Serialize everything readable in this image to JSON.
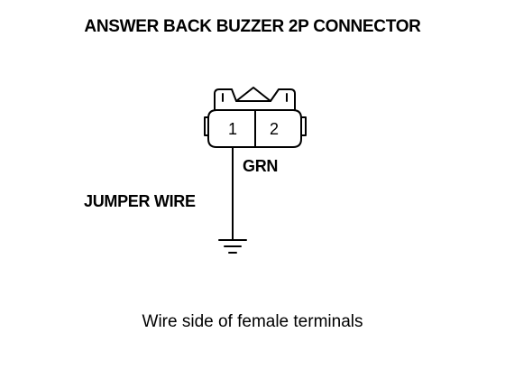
{
  "diagram": {
    "title": "ANSWER BACK BUZZER 2P CONNECTOR",
    "connector": {
      "terminals": [
        "1",
        "2"
      ]
    },
    "labels": {
      "wire_color": "GRN",
      "jumper": "JUMPER WIRE"
    },
    "caption": "Wire side of female terminals"
  }
}
